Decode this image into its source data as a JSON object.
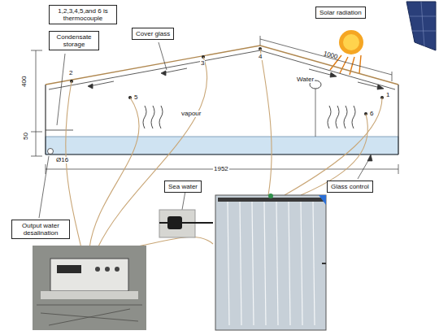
{
  "diagram": {
    "nodes": [
      {
        "text": [
          "1,2,3,4,5,and 6 is thermocouple"
        ]
      },
      {
        "text": [
          "Solar radiation"
        ]
      },
      {
        "text": [
          "Condensate storage"
        ]
      },
      {
        "text": [
          "Cover glass"
        ]
      },
      {
        "text": [
          "Output water desalination"
        ]
      },
      {
        "text": [
          "Sea water"
        ]
      },
      {
        "text": [
          "Glass control"
        ]
      }
    ],
    "labels": [
      "1",
      "2",
      "3",
      "4",
      "5",
      "6",
      "vapour",
      "Water",
      "1000",
      "400",
      "50",
      "Ø16",
      "1952"
    ]
  }
}
